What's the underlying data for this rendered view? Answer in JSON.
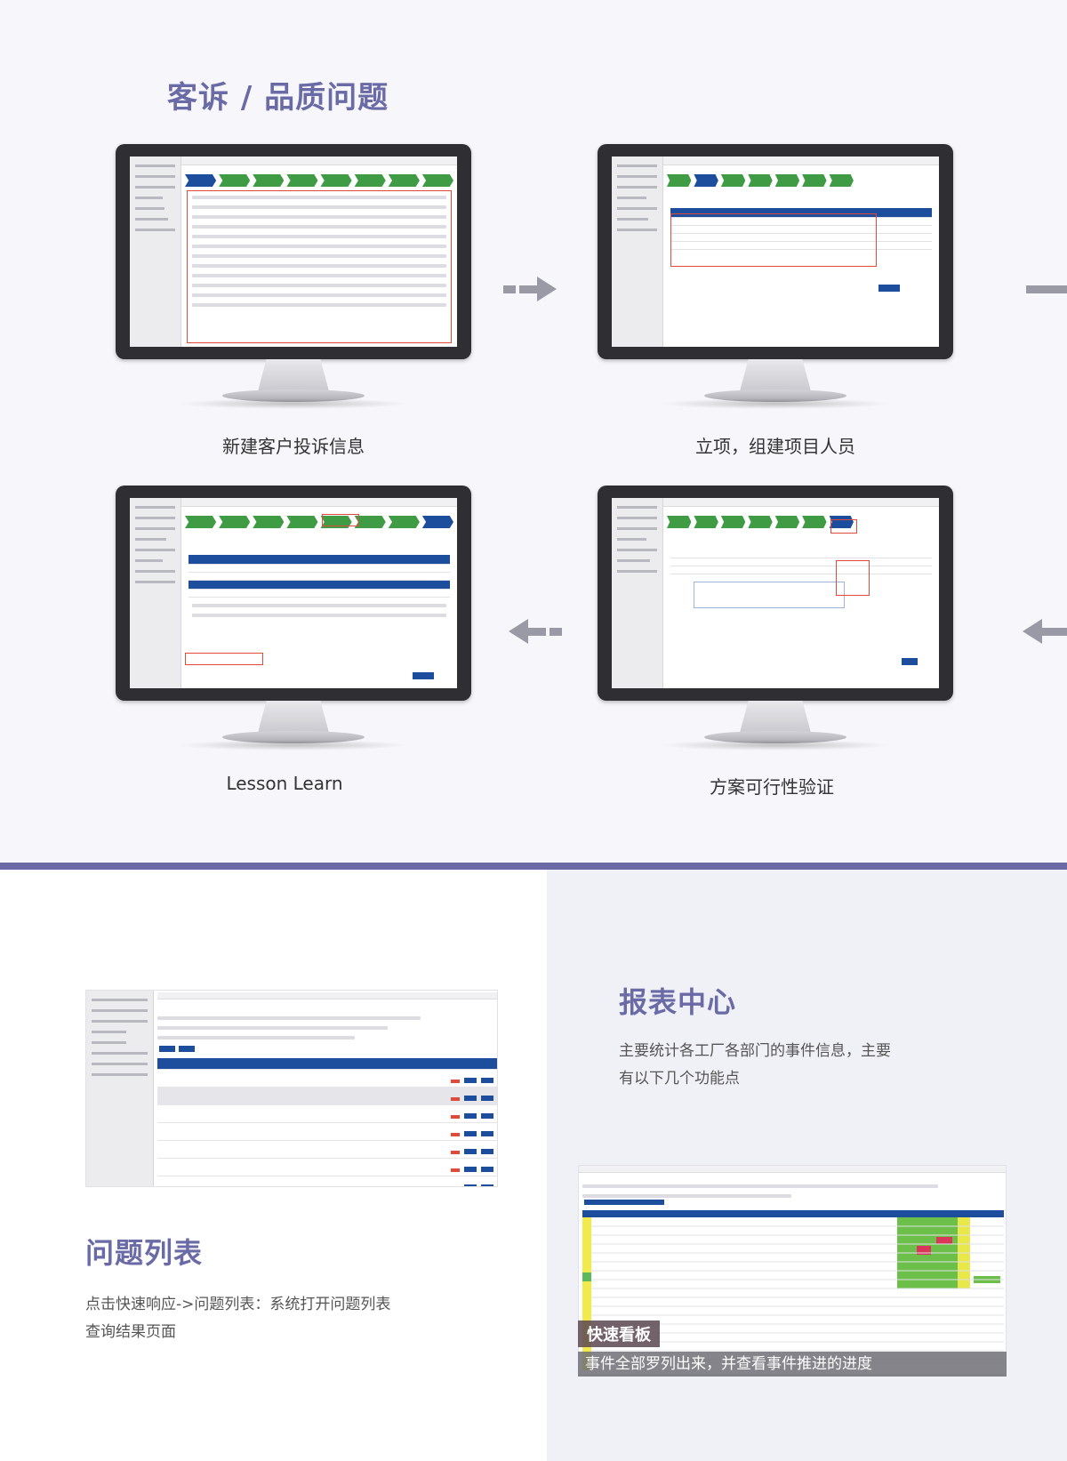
{
  "section_main": {
    "title": "客诉 / 品质问题"
  },
  "monitors": [
    {
      "caption": "新建客户投诉信息"
    },
    {
      "caption": "立项，组建项目人员"
    },
    {
      "caption": "Lesson Learn"
    },
    {
      "caption": "方案可行性验证"
    }
  ],
  "problem_list": {
    "title": "问题列表",
    "desc_line1": "点击快速响应->问题列表：系统打开问题列表",
    "desc_line2": "查询结果页面"
  },
  "report_center": {
    "title": "报表中心",
    "desc_line1": "主要统计各工厂各部门的事件信息，主要",
    "desc_line2": "有以下几个功能点",
    "board_label": "快速看板",
    "board_banner": "事件全部罗列出来，并查看事件推进的进度"
  },
  "colors": {
    "accent": "#6a6aa6",
    "step_green": "#3f9b44",
    "step_blue": "#1d4e9e",
    "highlight_red": "#e04a3a"
  },
  "icons": {
    "arrow_right": "arrow-right-icon",
    "arrow_left": "arrow-left-icon"
  }
}
